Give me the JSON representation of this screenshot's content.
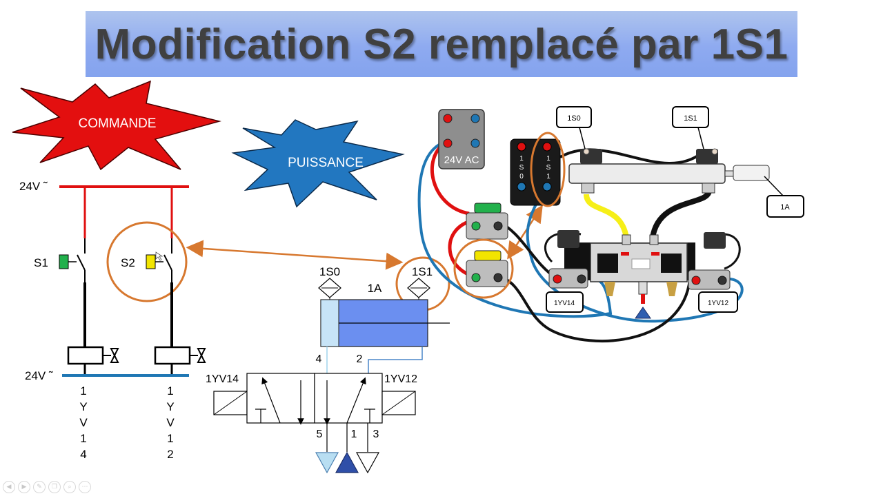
{
  "slide": {
    "title": "Modification S2 remplacé par 1S1"
  },
  "bursts": {
    "commande": "COMMANDE",
    "puissance": "PUISSANCE"
  },
  "control_circuit": {
    "supply_top": "24V ˜",
    "supply_bottom": "24V ˜",
    "s1_label": "S1",
    "s2_label": "S2",
    "coil_left_label": [
      "1",
      "Y",
      "V",
      "1",
      "4"
    ],
    "coil_right_label": [
      "1",
      "Y",
      "V",
      "1",
      "2"
    ]
  },
  "pneumatic_schema": {
    "sensor_1s0": "1S0",
    "sensor_1s1": "1S1",
    "cylinder": "1A",
    "port_4": "4",
    "port_2": "2",
    "port_5": "5",
    "port_1": "1",
    "port_3": "3",
    "coil_1yv14": "1YV14",
    "coil_1yv12": "1YV12"
  },
  "wiring": {
    "power_box": "24V AC",
    "sensor_block_left": [
      "1",
      "S",
      "0"
    ],
    "sensor_block_right": [
      "1",
      "S",
      "1"
    ],
    "tag_1s0": "1S0",
    "tag_1s1": "1S1",
    "tag_1a": "1A",
    "tag_1yv14": "1YV14",
    "tag_1yv12": "1YV12"
  },
  "colors": {
    "red_wire": "#e01010",
    "blue_wire": "#1f77b4",
    "orange_marker": "#d7782f",
    "burst_red": "#e30f0f",
    "burst_blue": "#2277c0",
    "cylinder_fill": "#6b8ff0"
  },
  "toolbar_icons": [
    "prev-icon",
    "next-icon",
    "pen-icon",
    "copy-icon",
    "zoom-icon",
    "more-icon"
  ]
}
